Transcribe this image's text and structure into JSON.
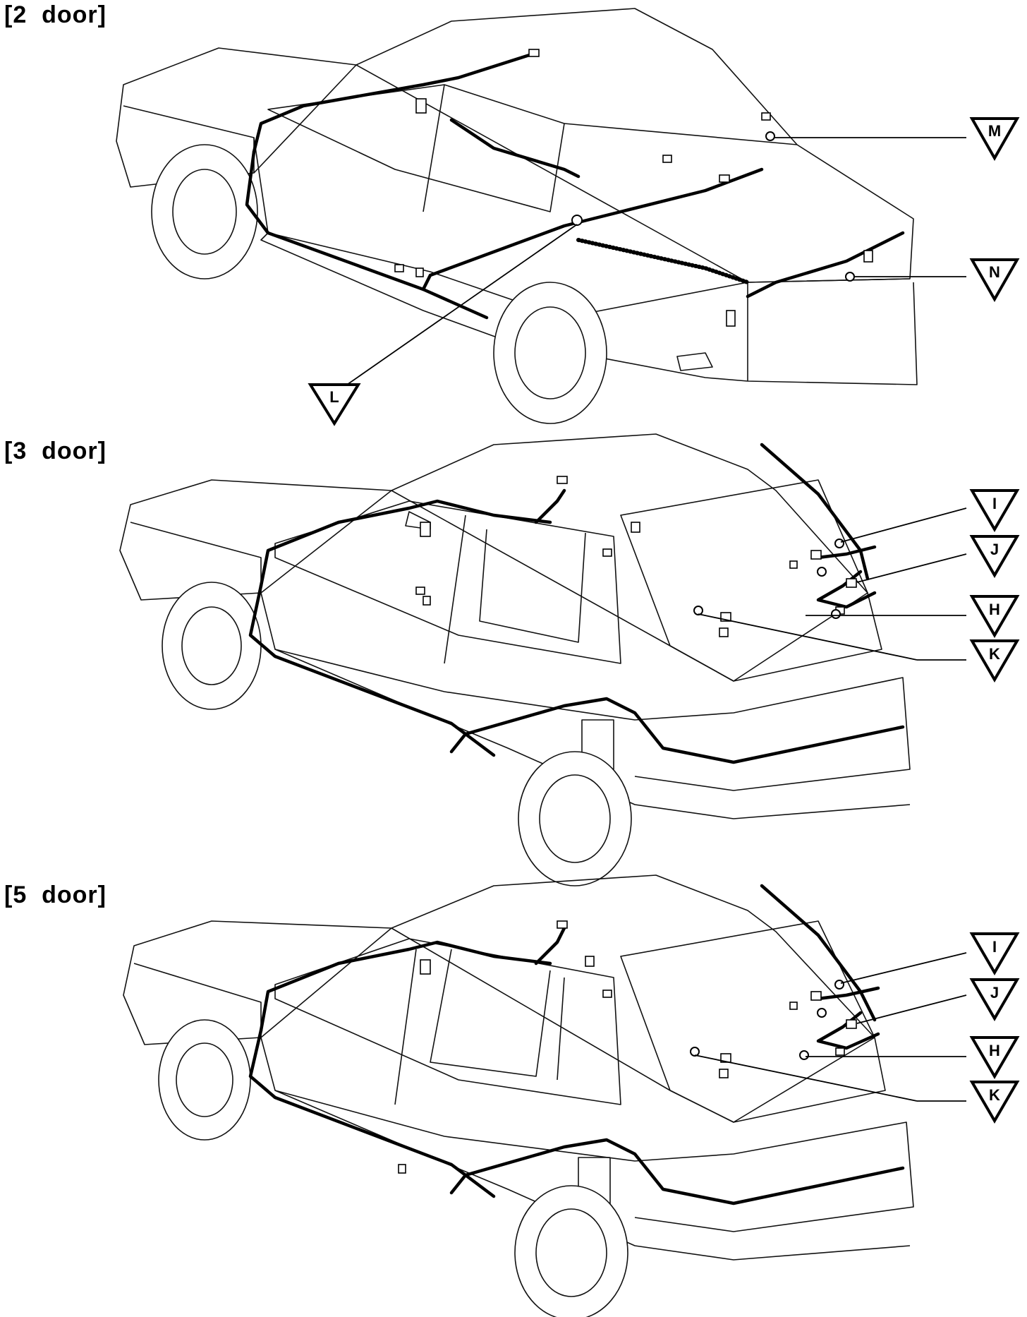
{
  "panels": [
    {
      "title": "[2  door]",
      "labels": [
        "M",
        "N",
        "L"
      ]
    },
    {
      "title": "[3  door]",
      "labels": [
        "I",
        "J",
        "H",
        "K"
      ]
    },
    {
      "title": "[5  door]",
      "labels": [
        "I",
        "J",
        "H",
        "K"
      ]
    }
  ]
}
